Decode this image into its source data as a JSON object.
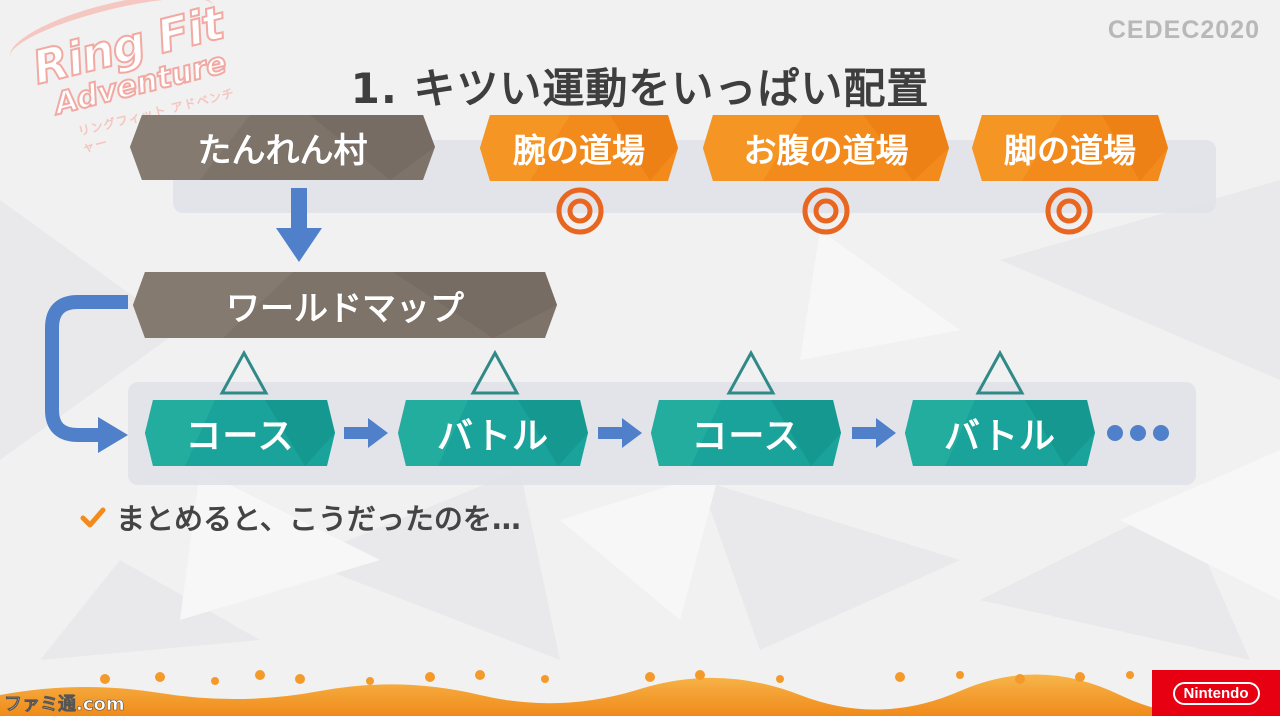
{
  "logo": {
    "line1": "Ring Fit",
    "line2": "Adventure",
    "line3": "リングフィット アドベンチャー"
  },
  "event": "CEDEC2020",
  "title": "1. キツい運動をいっぱい配置",
  "top_row": {
    "village": "たんれん村",
    "dojos": [
      "腕の道場",
      "お腹の道場",
      "脚の道場"
    ],
    "dojo_symbol": "◎"
  },
  "world_map": "ワールドマップ",
  "triangle_symbol": "△",
  "stages": [
    "コース",
    "バトル",
    "コース",
    "バトル"
  ],
  "ellipsis": "•••",
  "summary": "まとめると、こうだったのを…",
  "footer": {
    "nintendo": "Nintendo",
    "watermark": "ファミ通.com"
  },
  "colors": {
    "brown": "#7d7369",
    "orange": "#f28a1c",
    "teal": "#1aa39a",
    "blue_arrow": "#4f80c9",
    "ring": "#e8661f",
    "triangle": "#2f8a88",
    "panel": "#e1e2e8",
    "nintendo_red": "#e60012"
  }
}
